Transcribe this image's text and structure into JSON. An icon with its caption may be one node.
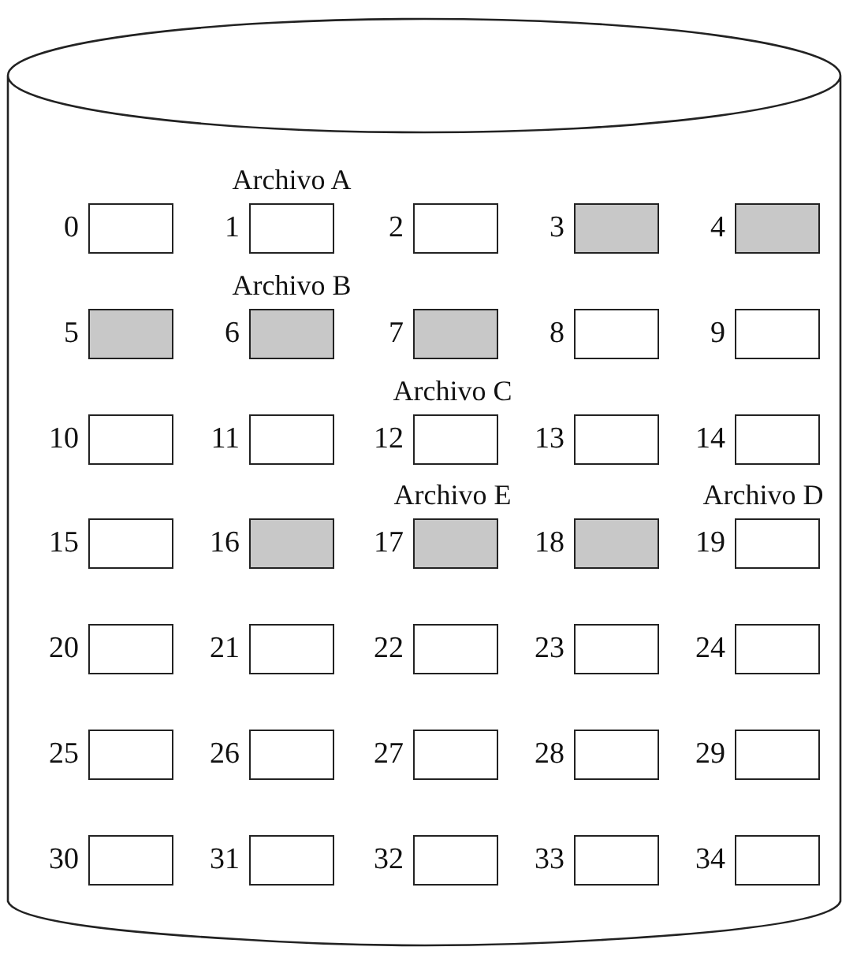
{
  "diagram": {
    "nodes": [
      {
        "text": [],
        "shape": "cylinder"
      },
      {
        "text": [
          "0"
        ],
        "in": 0
      },
      {
        "text": [
          "1"
        ],
        "in": 0
      },
      {
        "text": [
          "2"
        ],
        "in": 0
      },
      {
        "text": [
          "3"
        ],
        "in": 0
      },
      {
        "text": [
          "4"
        ],
        "in": 0
      },
      {
        "text": [
          "5"
        ],
        "in": 0
      },
      {
        "text": [
          "6"
        ],
        "in": 0
      },
      {
        "text": [
          "7"
        ],
        "in": 0
      },
      {
        "text": [
          "8"
        ],
        "in": 0
      },
      {
        "text": [
          "9"
        ],
        "in": 0
      },
      {
        "text": [
          "10"
        ],
        "in": 0
      },
      {
        "text": [
          "11"
        ],
        "in": 0
      },
      {
        "text": [
          "12"
        ],
        "in": 0
      },
      {
        "text": [
          "13"
        ],
        "in": 0
      },
      {
        "text": [
          "14"
        ],
        "in": 0
      },
      {
        "text": [
          "15"
        ],
        "in": 0
      },
      {
        "text": [
          "16"
        ],
        "in": 0
      },
      {
        "text": [
          "17"
        ],
        "in": 0
      },
      {
        "text": [
          "18"
        ],
        "in": 0
      },
      {
        "text": [
          "19"
        ],
        "in": 0
      },
      {
        "text": [
          "20"
        ],
        "in": 0
      },
      {
        "text": [
          "21"
        ],
        "in": 0
      },
      {
        "text": [
          "22"
        ],
        "in": 0
      },
      {
        "text": [
          "23"
        ],
        "in": 0
      },
      {
        "text": [
          "24"
        ],
        "in": 0
      },
      {
        "text": [
          "25"
        ],
        "in": 0
      },
      {
        "text": [
          "26"
        ],
        "in": 0
      },
      {
        "text": [
          "27"
        ],
        "in": 0
      },
      {
        "text": [
          "28"
        ],
        "in": 0
      },
      {
        "text": [
          "29"
        ],
        "in": 0
      },
      {
        "text": [
          "30"
        ],
        "in": 0
      },
      {
        "text": [
          "31"
        ],
        "in": 0
      },
      {
        "text": [
          "32"
        ],
        "in": 0
      },
      {
        "text": [
          "33"
        ],
        "in": 0
      },
      {
        "text": [
          "34"
        ],
        "in": 0
      }
    ],
    "edges": [],
    "labels": [
      "Archivo A",
      "Archivo B",
      "Archivo C",
      "Archivo E",
      "Archivo D"
    ]
  }
}
